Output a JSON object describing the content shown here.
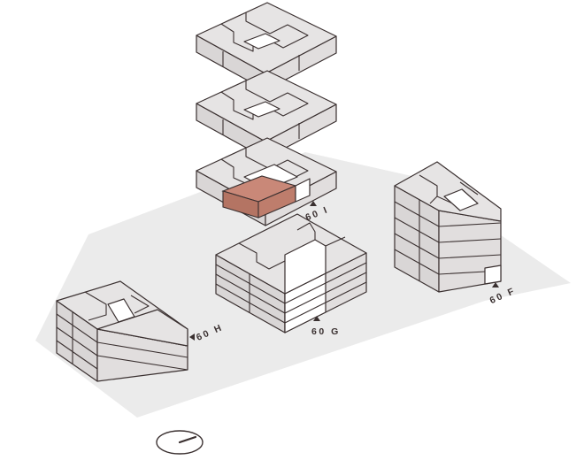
{
  "diagram": {
    "colors": {
      "ground": "#ebebeb",
      "building_top": "#e6e4e4",
      "highlight": "#c98878",
      "outline": "#3a3030"
    },
    "buildings": [
      {
        "id": "60I",
        "label": "60 I"
      },
      {
        "id": "60G",
        "label": "60 G"
      },
      {
        "id": "60H",
        "label": "60 H"
      },
      {
        "id": "60F",
        "label": "60 F"
      }
    ],
    "compass_icon": "compass-icon"
  }
}
